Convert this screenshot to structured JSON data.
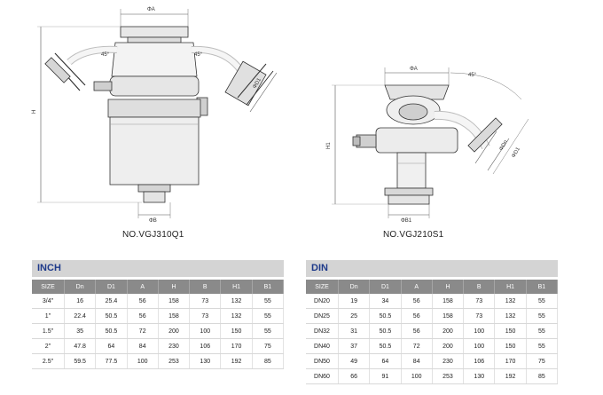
{
  "drawings": {
    "left": {
      "caption": "NO.VGJ310Q1",
      "labels": {
        "top_dim": "ΦA",
        "angle_left": "45°",
        "angle_right": "45°",
        "d1": "ΦD1",
        "height": "H",
        "bottom_dim": "ΦB"
      }
    },
    "right": {
      "caption": "NO.VGJ210S1",
      "labels": {
        "top_dim": "ΦA",
        "angle": "45°",
        "dn": "ΦDn",
        "d1": "ΦD1",
        "height": "H1",
        "bottom_dim": "ΦB1"
      }
    }
  },
  "tables": {
    "inch": {
      "title": "INCH",
      "headers": [
        "SIZE",
        "Dn",
        "D1",
        "A",
        "H",
        "B",
        "H1",
        "B1"
      ],
      "rows": [
        [
          "3/4\"",
          "16",
          "25.4",
          "56",
          "158",
          "73",
          "132",
          "55"
        ],
        [
          "1\"",
          "22.4",
          "50.5",
          "56",
          "158",
          "73",
          "132",
          "55"
        ],
        [
          "1.5\"",
          "35",
          "50.5",
          "72",
          "200",
          "100",
          "150",
          "55"
        ],
        [
          "2\"",
          "47.8",
          "64",
          "84",
          "230",
          "106",
          "170",
          "75"
        ],
        [
          "2.5\"",
          "59.5",
          "77.5",
          "100",
          "253",
          "130",
          "192",
          "85"
        ]
      ]
    },
    "din": {
      "title": "DIN",
      "headers": [
        "SIZE",
        "Dn",
        "D1",
        "A",
        "H",
        "B",
        "H1",
        "B1"
      ],
      "rows": [
        [
          "DN20",
          "19",
          "34",
          "56",
          "158",
          "73",
          "132",
          "55"
        ],
        [
          "DN25",
          "25",
          "50.5",
          "56",
          "158",
          "73",
          "132",
          "55"
        ],
        [
          "DN32",
          "31",
          "50.5",
          "56",
          "200",
          "100",
          "150",
          "55"
        ],
        [
          "DN40",
          "37",
          "50.5",
          "72",
          "200",
          "100",
          "150",
          "55"
        ],
        [
          "DN50",
          "49",
          "64",
          "84",
          "230",
          "106",
          "170",
          "75"
        ],
        [
          "DN60",
          "66",
          "91",
          "100",
          "253",
          "130",
          "192",
          "85"
        ]
      ]
    }
  }
}
